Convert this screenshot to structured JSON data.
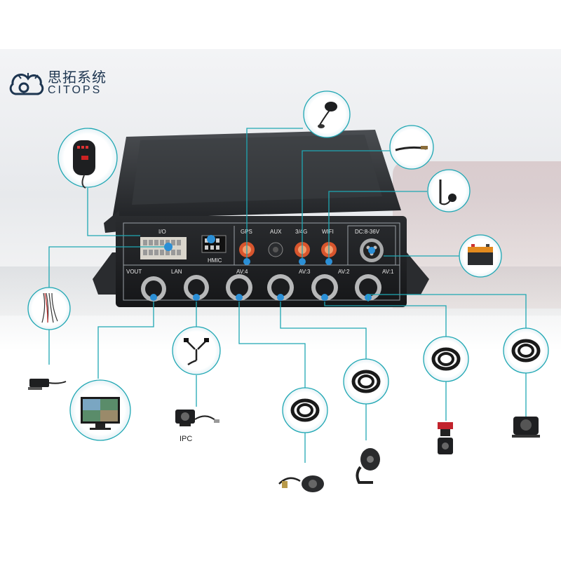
{
  "brand": {
    "name_cn": "思拓系统",
    "name_en": "CITOPS",
    "accent": "#2b8fd6",
    "line_color": "#1fa7b3"
  },
  "device": {
    "top_ports": [
      {
        "label": "I/O",
        "icon": "io-terminal-block"
      },
      {
        "label": "HMIC",
        "icon": "hmic-connector"
      },
      {
        "label": "GPS",
        "icon": "sma-connector"
      },
      {
        "label": "AUX",
        "icon": "sma-connector"
      },
      {
        "label": "3/4G",
        "icon": "sma-connector"
      },
      {
        "label": "WIFI",
        "icon": "sma-connector"
      },
      {
        "label": "DC:8-36V",
        "icon": "power-connector"
      }
    ],
    "bottom_ports": [
      {
        "label": "VOUT",
        "icon": "aviation-connector"
      },
      {
        "label": "LAN",
        "icon": "aviation-connector"
      },
      {
        "label": "AV:4",
        "icon": "aviation-connector"
      },
      {
        "label": "AV:3",
        "icon": "aviation-connector"
      },
      {
        "label": "AV:2",
        "icon": "aviation-connector"
      },
      {
        "label": "AV:1",
        "icon": "aviation-connector"
      }
    ]
  },
  "accessories": [
    {
      "name": "handheld-microphone"
    },
    {
      "name": "gps-antenna"
    },
    {
      "name": "aux-cable"
    },
    {
      "name": "wifi-antenna"
    },
    {
      "name": "car-battery"
    },
    {
      "name": "io-wire-harness"
    },
    {
      "name": "video-out-adapter"
    },
    {
      "name": "monitor"
    },
    {
      "name": "ipc-camera",
      "caption": "IPC"
    },
    {
      "name": "cable-coil-av4"
    },
    {
      "name": "dome-camera"
    },
    {
      "name": "cable-coil-av3"
    },
    {
      "name": "pinhole-camera"
    },
    {
      "name": "cable-coil-av2"
    },
    {
      "name": "windshield-camera"
    },
    {
      "name": "cable-coil-av1"
    },
    {
      "name": "rear-view-camera"
    }
  ]
}
